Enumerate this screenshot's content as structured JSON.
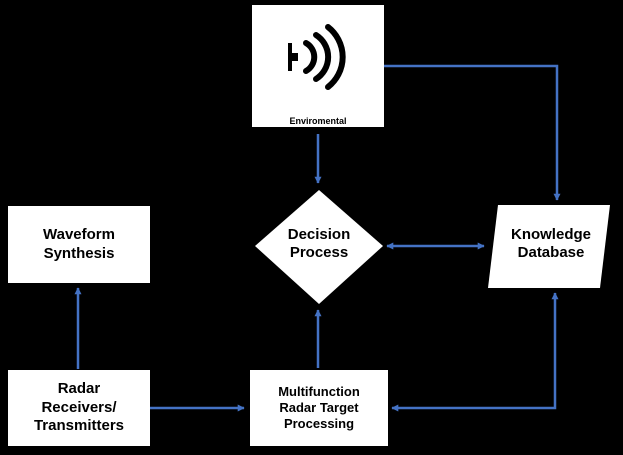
{
  "colors": {
    "background": "#000000",
    "node_fill": "#ffffff",
    "connector": "#4472c4",
    "text": "#000000"
  },
  "nodes": {
    "environmental_sensor": {
      "label": "Enviromental",
      "icon": "signal-waves-icon"
    },
    "decision_process": {
      "label": "Decision\nProcess",
      "shape": "diamond"
    },
    "knowledge_database": {
      "label": "Knowledge\nDatabase",
      "shape": "trapezoid"
    },
    "waveform_synthesis": {
      "label": "Waveform\nSynthesis"
    },
    "radar_receivers_transmitters": {
      "label": "Radar\nReceivers/\nTransmitters"
    },
    "multifunction_processing": {
      "label": "Multifunction\nRadar Target\nProcessing"
    }
  },
  "edges": [
    {
      "from": "environmental_sensor",
      "to": "decision_process",
      "direction": "one-way"
    },
    {
      "from": "environmental_sensor",
      "to": "knowledge_database",
      "direction": "one-way"
    },
    {
      "from": "decision_process",
      "to": "knowledge_database",
      "direction": "two-way"
    },
    {
      "from": "radar_receivers_transmitters",
      "to": "waveform_synthesis",
      "direction": "one-way"
    },
    {
      "from": "radar_receivers_transmitters",
      "to": "multifunction_processing",
      "direction": "one-way"
    },
    {
      "from": "multifunction_processing",
      "to": "decision_process",
      "direction": "one-way"
    },
    {
      "from": "multifunction_processing",
      "to": "knowledge_database",
      "direction": "two-way"
    }
  ]
}
